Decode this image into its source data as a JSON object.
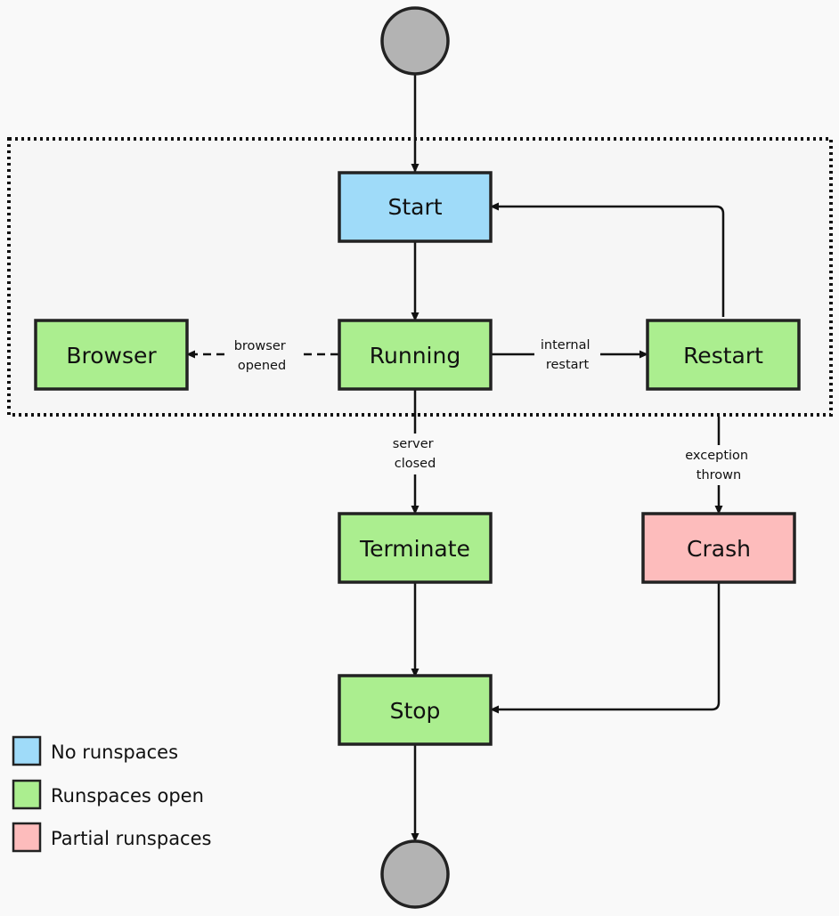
{
  "colors": {
    "background": "#f9f9f9",
    "group_fill": "#f6f6f6",
    "no_runspaces": "#9fdbf9",
    "runspaces_open": "#abee8f",
    "partial_runspaces": "#fdbcbc",
    "terminal_node": "#b3b3b3",
    "stroke": "#222222"
  },
  "states": {
    "start": "Start",
    "running": "Running",
    "browser": "Browser",
    "restart": "Restart",
    "terminate": "Terminate",
    "crash": "Crash",
    "stop": "Stop"
  },
  "transitions": {
    "browser_opened": [
      "browser",
      "opened"
    ],
    "internal_restart": [
      "internal",
      "restart"
    ],
    "server_closed": [
      "server",
      "closed"
    ],
    "exception_thrown": [
      "exception",
      "thrown"
    ]
  },
  "legend": {
    "no_runspaces": "No runspaces",
    "runspaces_open": "Runspaces open",
    "partial_runspaces": "Partial runspaces"
  }
}
